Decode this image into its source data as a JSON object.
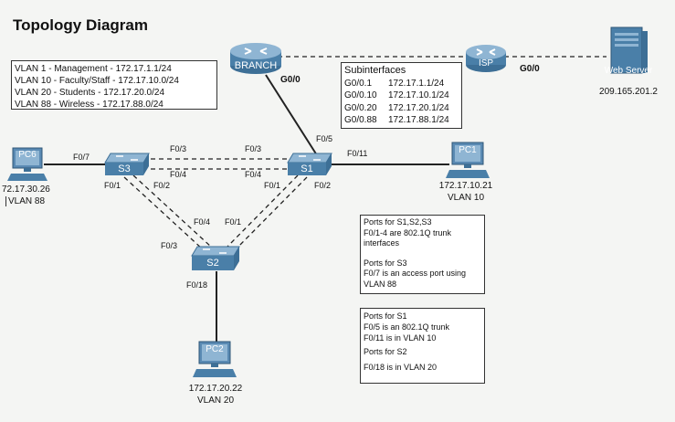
{
  "title": "Topology Diagram",
  "vlans": [
    "VLAN 1 - Management - 172.17.1.1/24",
    "VLAN 10 - Faculty/Staff - 172.17.10.0/24",
    "VLAN 20 - Students - 172.17.20.0/24",
    "VLAN 88 - Wireless - 172.17.88.0/24"
  ],
  "subinterfaces": {
    "header": "Subinterfaces",
    "rows": [
      {
        "iface": "G0/0.1",
        "ip": "172.17.1.1/24"
      },
      {
        "iface": "G0/0.10",
        "ip": "172.17.10.1/24"
      },
      {
        "iface": "G0/0.20",
        "ip": "172.17.20.1/24"
      },
      {
        "iface": "G0/0.88",
        "ip": "172.17.88.1/24"
      }
    ]
  },
  "devices": {
    "branch": "BRANCH",
    "isp": "ISP",
    "web_server": "Web Server",
    "web_server_ip": "209.165.201.2",
    "s1": "S1",
    "s2": "S2",
    "s3": "S3",
    "pc1": "PC1",
    "pc1_ip": "172.17.10.21",
    "pc1_vlan": "VLAN 10",
    "pc2": "PC2",
    "pc2_ip": "172.17.20.22",
    "pc2_vlan": "VLAN 20",
    "pc6": "PC6",
    "pc6_ip": "72.17.30.26",
    "pc6_vlan": "VLAN 88"
  },
  "ports": {
    "branch_g00": "G0/0",
    "isp_g00": "G0/0",
    "s1_f05": "F0/5",
    "s1_f011": "F0/11",
    "s1_f03": "F0/3",
    "s1_f04": "F0/4",
    "s1_f01": "F0/1",
    "s1_f02": "F0/2",
    "s3_f07": "F0/7",
    "s3_f03": "F0/3",
    "s3_f04": "F0/4",
    "s3_f01": "F0/1",
    "s3_f02": "F0/2",
    "s2_f04": "F0/4",
    "s2_f01": "F0/1",
    "s2_f03": "F0/3",
    "s2_f018": "F0/18"
  },
  "notes_trunk": {
    "lines": [
      "Ports for S1,S2,S3",
      "F0/1-4 are 802.1Q trunk",
      "interfaces",
      "",
      "Ports for  S3",
      "F0/7 is an access port using",
      "VLAN 88"
    ]
  },
  "notes_access": {
    "lines": [
      "Ports for S1",
      "F0/5 is an 802.1Q trunk",
      "F0/11 is in VLAN 10",
      "Ports for S2",
      "",
      "F0/18 is in VLAN 20"
    ]
  },
  "colors": {
    "device_blue": "#4a7fa8",
    "device_light": "#8fb5d3",
    "pc_screen": "#5a8ab3",
    "line": "#222222"
  }
}
